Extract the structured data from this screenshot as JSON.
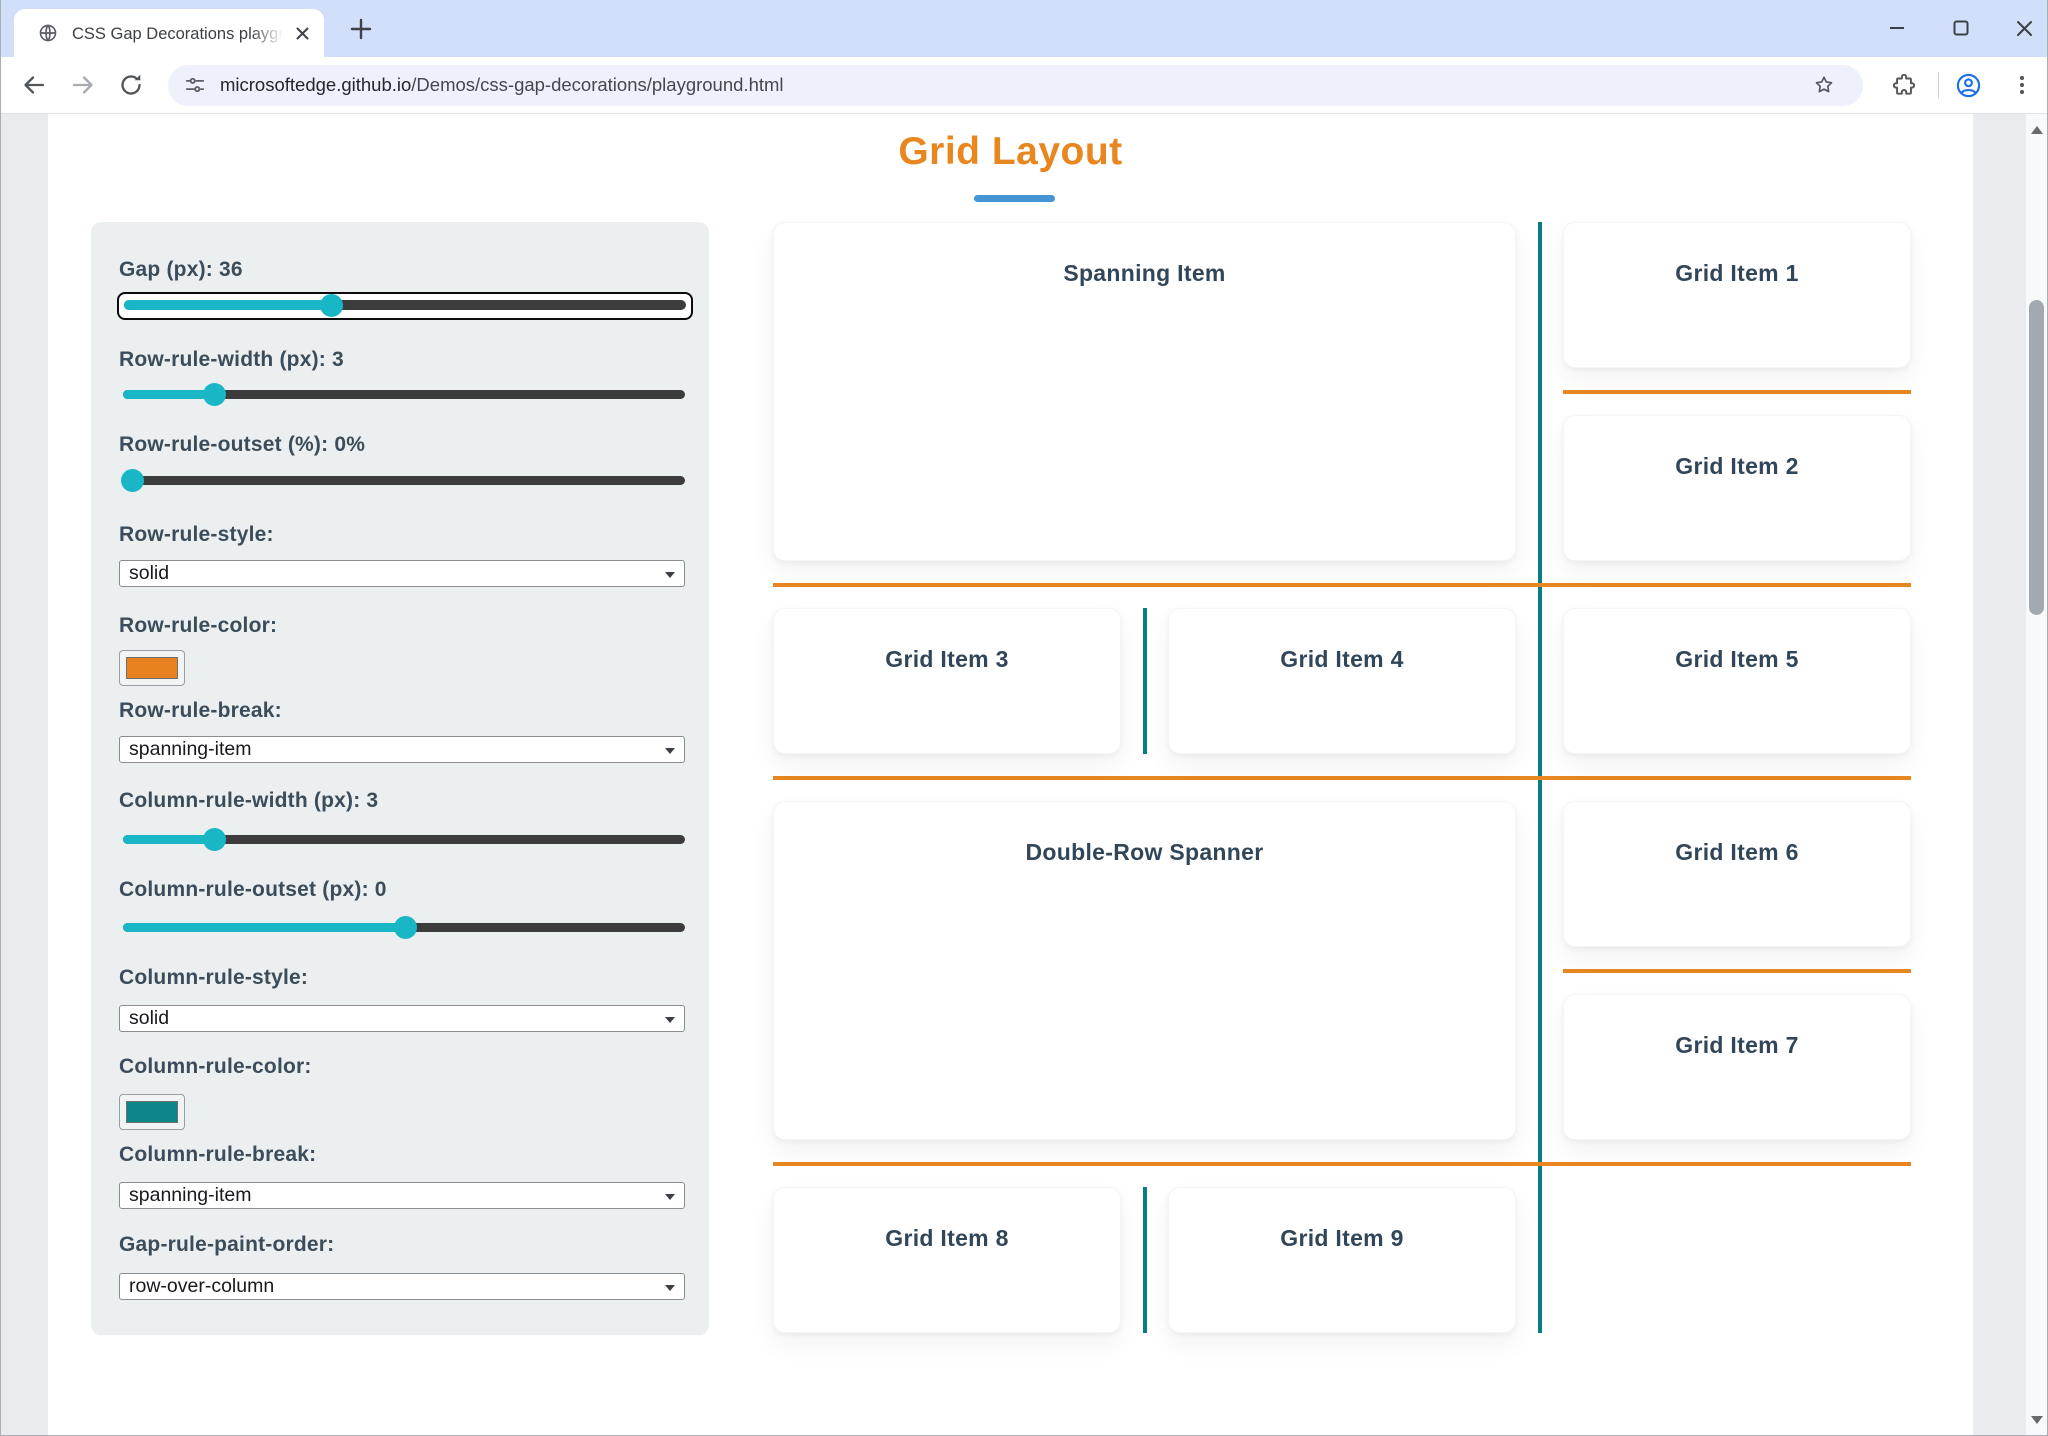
{
  "browser": {
    "tab_title": "CSS Gap Decorations playgroun",
    "url_domain": "microsoftedge.github.io",
    "url_path": "/Demos/css-gap-decorations/playground.html"
  },
  "page": {
    "title": "Grid Layout",
    "controls": [
      {
        "label": "Gap (px): 36",
        "type": "range",
        "focused": true
      },
      {
        "label": "Row-rule-width (px): 3",
        "type": "range"
      },
      {
        "label": "Row-rule-outset (%): 0%",
        "type": "range"
      },
      {
        "label": "Row-rule-style:",
        "type": "select",
        "value": "solid"
      },
      {
        "label": "Row-rule-color:",
        "type": "color",
        "value": "#e8821e"
      },
      {
        "label": "Row-rule-break:",
        "type": "select",
        "value": "spanning-item"
      },
      {
        "label": "Column-rule-width (px): 3",
        "type": "range"
      },
      {
        "label": "Column-rule-outset (px): 0",
        "type": "range"
      },
      {
        "label": "Column-rule-style:",
        "type": "select",
        "value": "solid"
      },
      {
        "label": "Column-rule-color:",
        "type": "color",
        "value": "#0c8689"
      },
      {
        "label": "Column-rule-break:",
        "type": "select",
        "value": "spanning-item"
      },
      {
        "label": "Gap-rule-paint-order:",
        "type": "select",
        "value": "row-over-column"
      }
    ],
    "grid_items": [
      {
        "label": "Spanning Item"
      },
      {
        "label": "Grid Item 1"
      },
      {
        "label": "Grid Item 2"
      },
      {
        "label": "Grid Item 3"
      },
      {
        "label": "Grid Item 4"
      },
      {
        "label": "Grid Item 5"
      },
      {
        "label": "Double-Row Spanner"
      },
      {
        "label": "Grid Item 6"
      },
      {
        "label": "Grid Item 7"
      },
      {
        "label": "Grid Item 8"
      },
      {
        "label": "Grid Item 9"
      }
    ]
  },
  "colors": {
    "accent_orange": "#e8861f",
    "row_rule": "#e8871f",
    "column_rule": "#077e81",
    "slider_teal": "#19b7c6",
    "title_underline_blue": "#4595d5"
  }
}
